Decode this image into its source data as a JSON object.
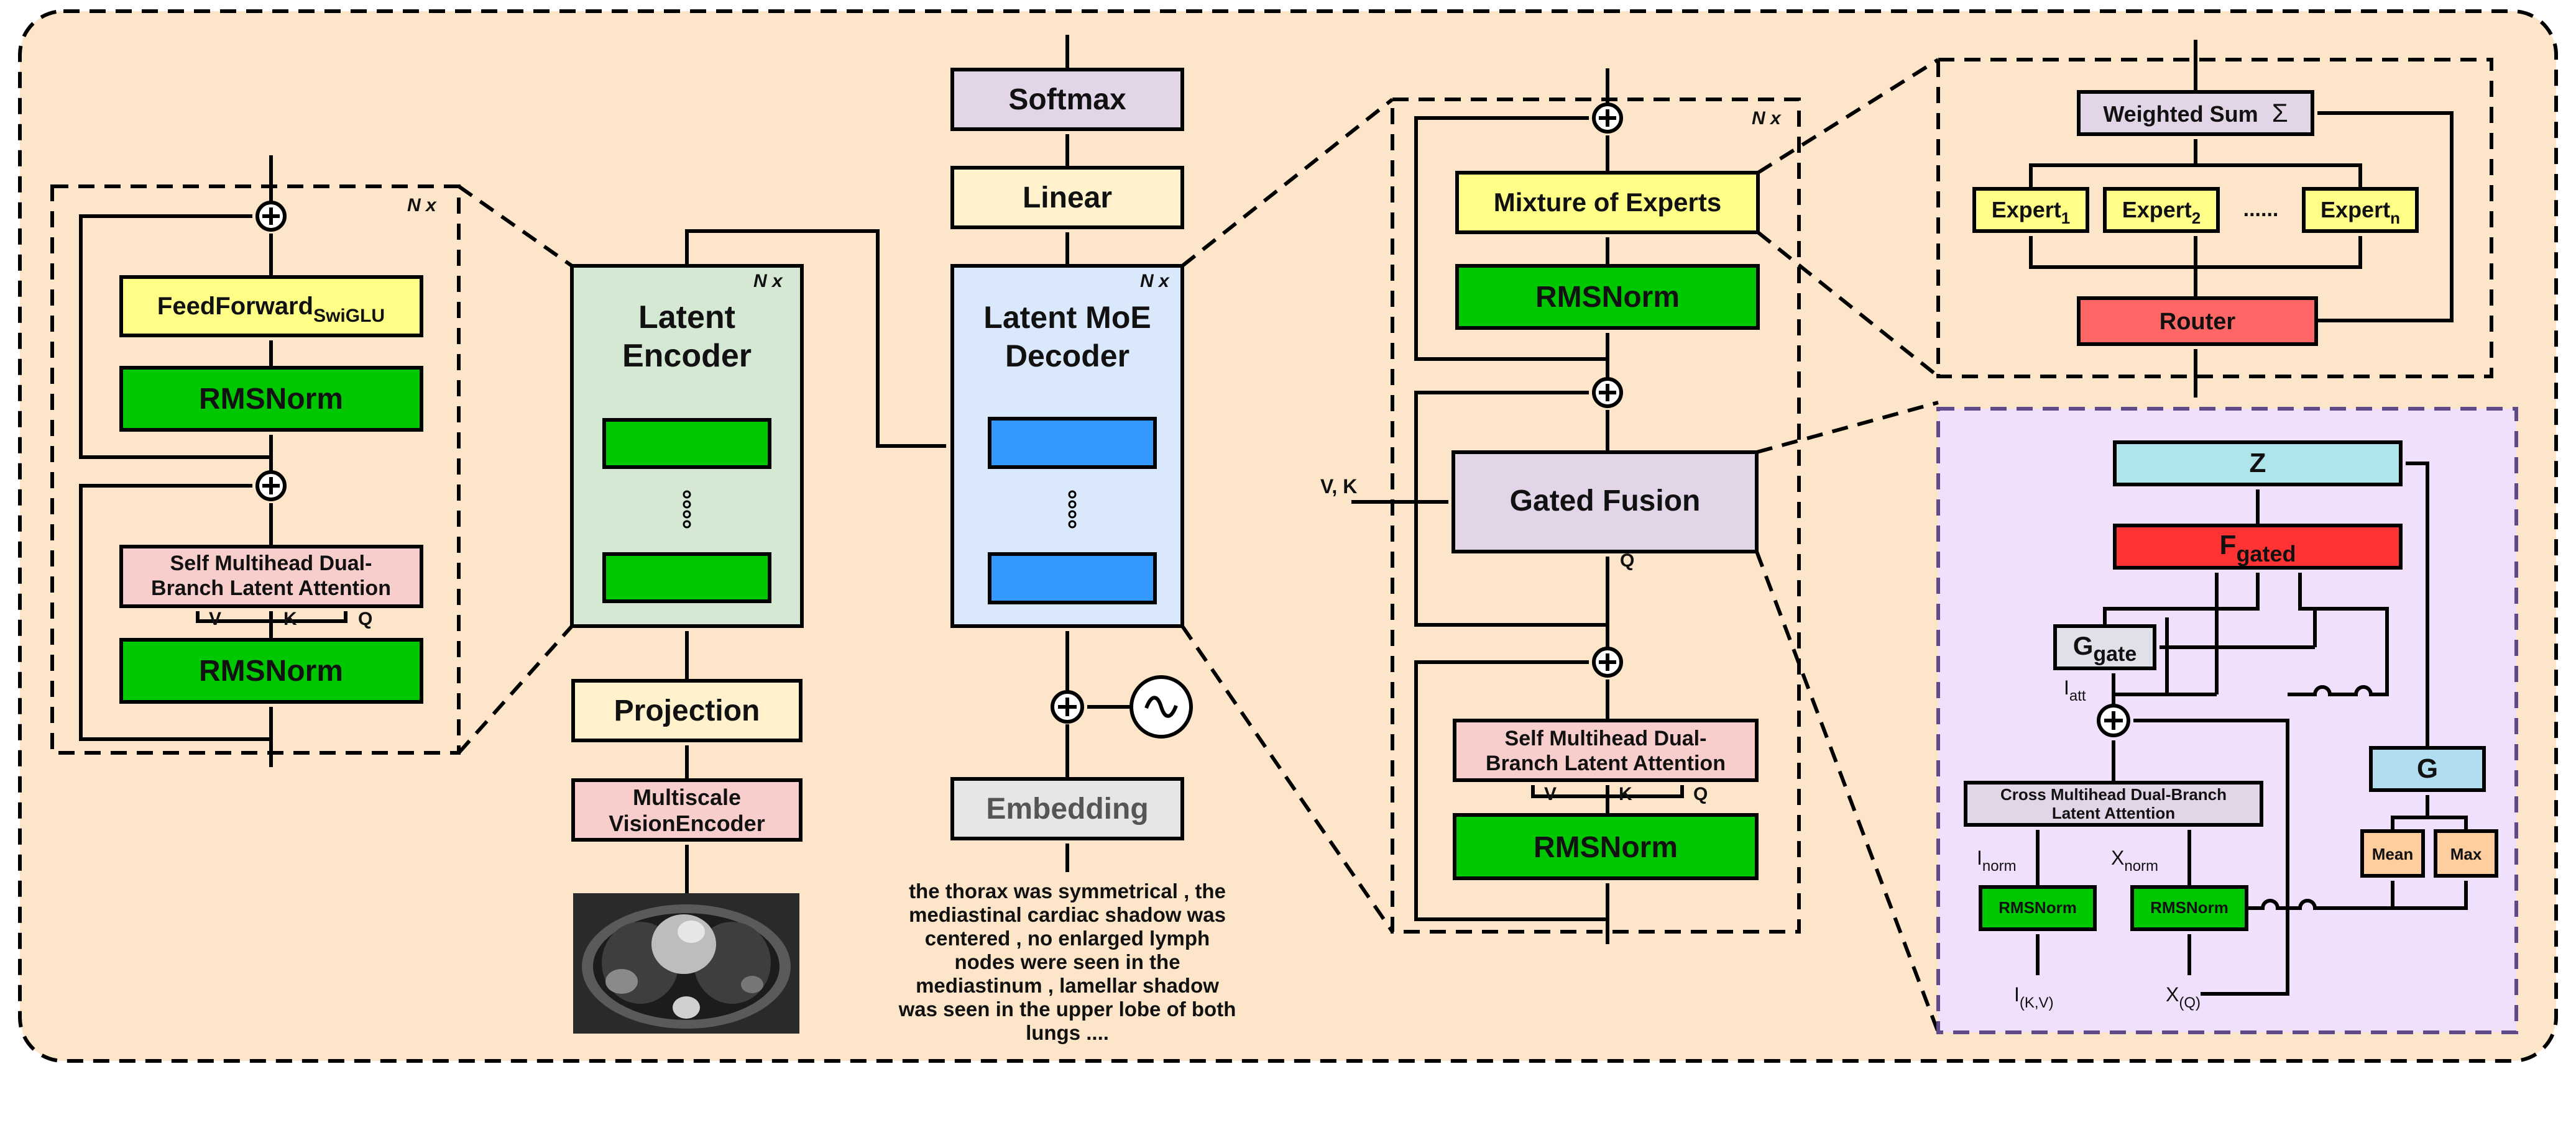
{
  "encoder_block": {
    "repeat": "N x",
    "feedforward": "FeedForward",
    "feedforward_sub": "SwiGLU",
    "rmsnorm_top": "RMSNorm",
    "attention_line1": "Self Multihead Dual-",
    "attention_line2": "Branch Latent Attention",
    "input_v": "V",
    "input_k": "K",
    "input_q": "Q",
    "rmsnorm_bottom": "RMSNorm"
  },
  "latent_encoder": {
    "repeat": "N x",
    "title_line1": "Latent",
    "title_line2": "Encoder",
    "projection": "Projection",
    "vision_line1": "Multiscale",
    "vision_line2": "VisionEncoder"
  },
  "decoder": {
    "softmax": "Softmax",
    "linear": "Linear",
    "repeat": "N x",
    "title_line1": "Latent MoE",
    "title_line2": "Decoder",
    "embedding": "Embedding",
    "report_lines": [
      "the thorax was symmetrical , the",
      "mediastinal cardiac shadow was",
      "centered , no enlarged lymph",
      "nodes were seen in the",
      "mediastinum , lamellar shadow",
      "was seen in the upper lobe of both",
      "lungs ...."
    ]
  },
  "decoder_block": {
    "repeat": "N x",
    "moe": "Mixture of Experts",
    "rmsnorm_top": "RMSNorm",
    "gated_fusion": "Gated Fusion",
    "vk_input": "V, K",
    "q_input": "Q",
    "attention_line1": "Self Multihead Dual-",
    "attention_line2": "Branch Latent Attention",
    "input_v": "V",
    "input_k": "K",
    "input_q": "Q",
    "rmsnorm_bottom": "RMSNorm"
  },
  "moe_detail": {
    "weighted_sum": "Weighted Sum",
    "sigma": "Σ",
    "expert": "Expert",
    "expert1_sub": "1",
    "expert2_sub": "2",
    "expertn_sub": "n",
    "dots": "......",
    "router": "Router"
  },
  "fusion_detail": {
    "z": "Z",
    "f": "F",
    "f_sub": "gated",
    "g": "G",
    "g_sub": "gate",
    "i_att": "I",
    "i_att_sub": "att",
    "cross_line1": "Cross Multihead Dual-Branch",
    "cross_line2": "Latent Attention",
    "i_norm": "I",
    "i_norm_sub": "norm",
    "x_norm": "X",
    "x_norm_sub": "norm",
    "rmsnorm_left": "RMSNorm",
    "rmsnorm_right": "RMSNorm",
    "g_box": "G",
    "mean": "Mean",
    "max": "Max",
    "i_kv": "I",
    "i_kv_sub": "(K,V)",
    "x_q": "X",
    "x_q_sub": "(Q)"
  },
  "colors": {
    "background": "#fde5c9",
    "encoder_panel": "#d5e8d4",
    "decoder_panel": "#dae8fc",
    "moe_panel": "#fff2cc",
    "fusion_panel": "#f0e0fb",
    "yellow": "#ffff88",
    "green": "#00c800",
    "pink": "#f8cecc",
    "cream": "#fff2cc",
    "lavender": "#e1d5e7",
    "blue": "#3399ff",
    "red_router": "#ff6666",
    "red_f": "#ff3333",
    "cyan": "#aee4ea",
    "light_blue": "#b1ddf0",
    "peach": "#ffce9f",
    "gray": "#e6e6e6"
  }
}
